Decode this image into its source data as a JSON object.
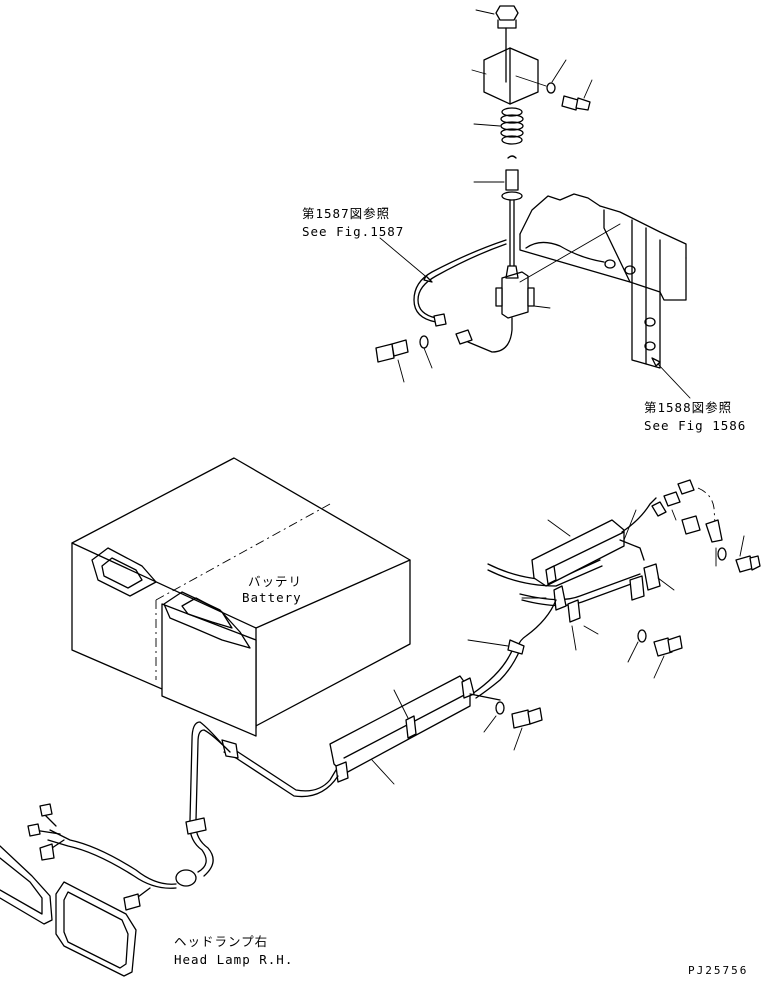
{
  "labels": {
    "ref_1587_jp": "第1587図参照",
    "ref_1587_en": "See Fig.1587",
    "ref_1588_jp": "第1588図参照",
    "ref_1588_en": "See Fig 1586",
    "battery_jp": "バッテリ",
    "battery_en": "Battery",
    "headlamp_jp": "ヘッドランプ右",
    "headlamp_en": "Head Lamp R.H.",
    "drawing_code": "PJ25756"
  }
}
